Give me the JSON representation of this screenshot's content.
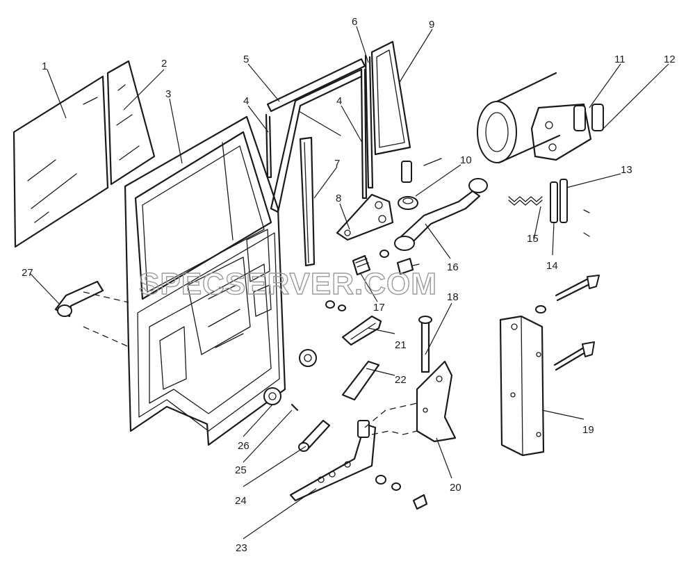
{
  "watermark": "SPECSERVER.COM",
  "callouts": [
    "1",
    "2",
    "3",
    "4",
    "4",
    "5",
    "6",
    "7",
    "8",
    "9",
    "10",
    "11",
    "12",
    "13",
    "14",
    "15",
    "16",
    "17",
    "18",
    "19",
    "20",
    "21",
    "22",
    "23",
    "24",
    "25",
    "26",
    "27"
  ]
}
